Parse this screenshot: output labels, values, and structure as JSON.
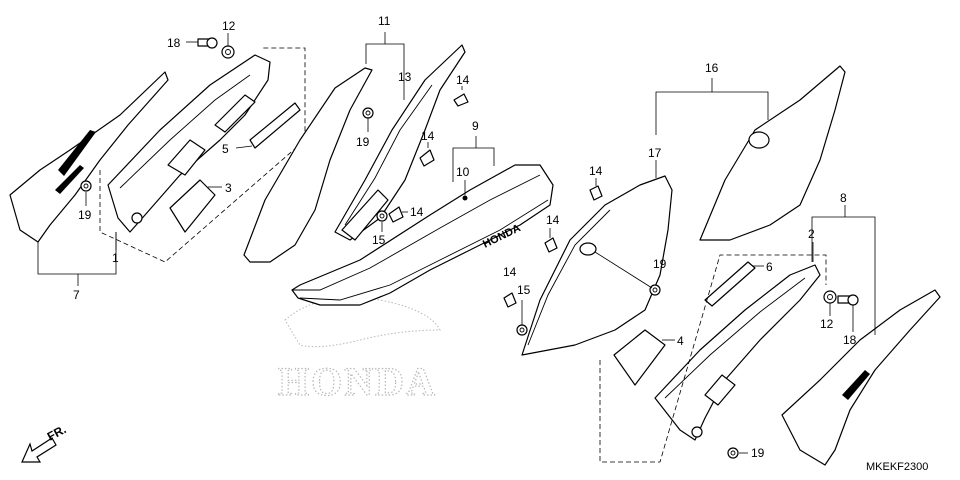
{
  "diagram": {
    "callouts": {
      "c1": "1",
      "c2": "2",
      "c3": "3",
      "c4": "4",
      "c5": "5",
      "c6": "6",
      "c7": "7",
      "c8": "8",
      "c9": "9",
      "c10": "10",
      "c11": "11",
      "c12a": "12",
      "c12b": "12",
      "c13": "13",
      "c14a": "14",
      "c14b": "14",
      "c14c": "14",
      "c14d": "14",
      "c14e": "14",
      "c14f": "14",
      "c15a": "15",
      "c15b": "15",
      "c16": "16",
      "c17": "17",
      "c18a": "18",
      "c18b": "18",
      "c19a": "19",
      "c19b": "19",
      "c19c": "19",
      "c19d": "19"
    },
    "diagram_code": "MKEKF2300",
    "front_marker": "FR.",
    "seat_logo": "HONDA",
    "watermark_text": "HONDA"
  }
}
